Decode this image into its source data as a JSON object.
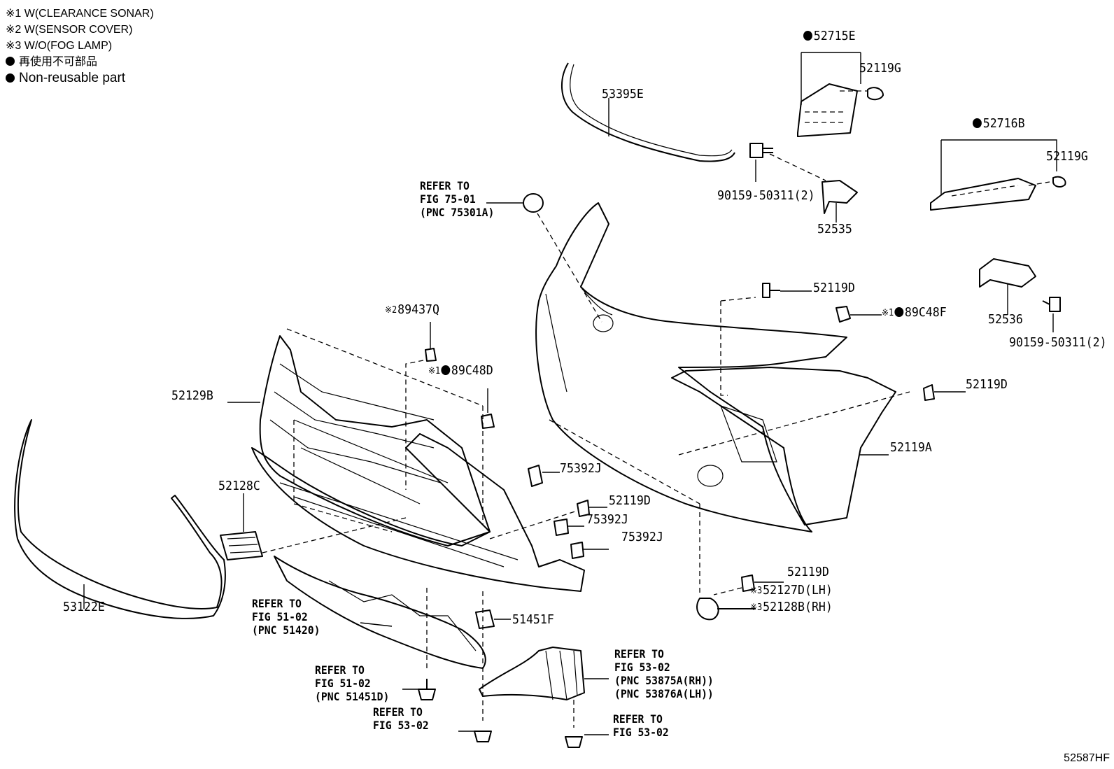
{
  "notes": {
    "n1": "※1 W(CLEARANCE SONAR)",
    "n2": "※2 W(SENSOR COVER)",
    "n3": "※3 W/O(FOG LAMP)",
    "n4": "再使用不可部品",
    "n5": "Non-reusable part"
  },
  "labels": {
    "p52715E": "52715E",
    "p52119G_a": "52119G",
    "p53395E": "53395E",
    "p52716B": "52716B",
    "p52119G_b": "52119G",
    "p90159_a": "90159-50311(2)",
    "p52535": "52535",
    "p52119D_a": "52119D",
    "p89C48F": "89C48F",
    "p52536": "52536",
    "p90159_b": "90159-50311(2)",
    "p89437Q": "89437Q",
    "p89C48D": "89C48D",
    "p52119D_b": "52119D",
    "p52129B": "52129B",
    "p52119A": "52119A",
    "p75392J_a": "75392J",
    "p52128C": "52128C",
    "p52119D_c": "52119D",
    "p75392J_b": "75392J",
    "p75392J_c": "75392J",
    "p52119D_d": "52119D",
    "p52127D": "52127D(LH)",
    "p52128B": "52128B(RH)",
    "p53122E": "53122E",
    "p51451F": "51451F"
  },
  "cond": {
    "c1": "※1",
    "c2": "※2",
    "c3": "※3"
  },
  "refs": {
    "r1": [
      "REFER TO",
      "FIG 75-01",
      "(PNC 75301A)"
    ],
    "r2": [
      "REFER TO",
      "FIG 51-02",
      "(PNC 51420)"
    ],
    "r3": [
      "REFER TO",
      "FIG 51-02",
      "(PNC 51451D)"
    ],
    "r4": [
      "REFER TO",
      "FIG 53-02"
    ],
    "r5": [
      "REFER TO",
      "FIG 53-02",
      "(PNC 53875A(RH))",
      "(PNC 53876A(LH))"
    ],
    "r6": [
      "REFER TO",
      "FIG 53-02"
    ]
  },
  "footer": {
    "code": "52587HF"
  }
}
